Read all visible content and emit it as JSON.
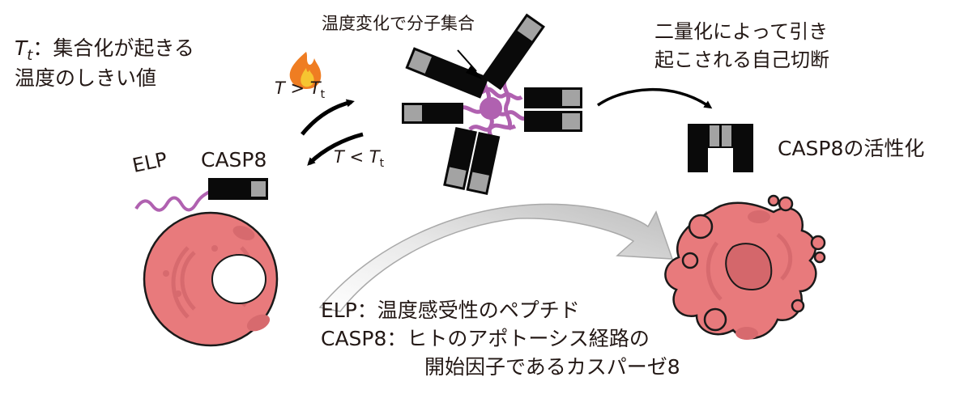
{
  "definition": {
    "symbol": "T",
    "subscript": "t",
    "separator": "：",
    "line1": "集合化が起きる",
    "line2": "温度のしきい値"
  },
  "aggregation_label": "温度変化で分子集合",
  "dimerization_label": {
    "line1": "二量化によって引き",
    "line2": "起こされる自己切断"
  },
  "activation_label": "CASP8の活性化",
  "construct_labels": {
    "elp": "ELP",
    "casp8": "CASP8"
  },
  "conditions": {
    "heating": {
      "var": "T",
      "op": " > ",
      "thr": "T",
      "sub": "t"
    },
    "cooling": {
      "var": "T",
      "op": " < ",
      "thr": "T",
      "sub": "t"
    }
  },
  "legend": {
    "elp_line": "ELP：温度感受性のペプチド",
    "casp8_line1": "CASP8：ヒトのアポトーシス経路の",
    "casp8_line2": "開始因子であるカスパーゼ8"
  },
  "icons": {
    "heat": "flame-icon",
    "healthy_cell": "healthy-cell",
    "apoptotic_cell": "apoptotic-cell"
  },
  "colors": {
    "elp": "#b061b0",
    "casp_body": "#0a0a0a",
    "casp_domain": "#a3a3a3",
    "cell_fill": "#e87a7c",
    "cell_organelle": "#d76a6e",
    "flame_outer": "#ef7d22",
    "flame_inner": "#f6c531",
    "big_arrow": "#c7c7c7"
  }
}
